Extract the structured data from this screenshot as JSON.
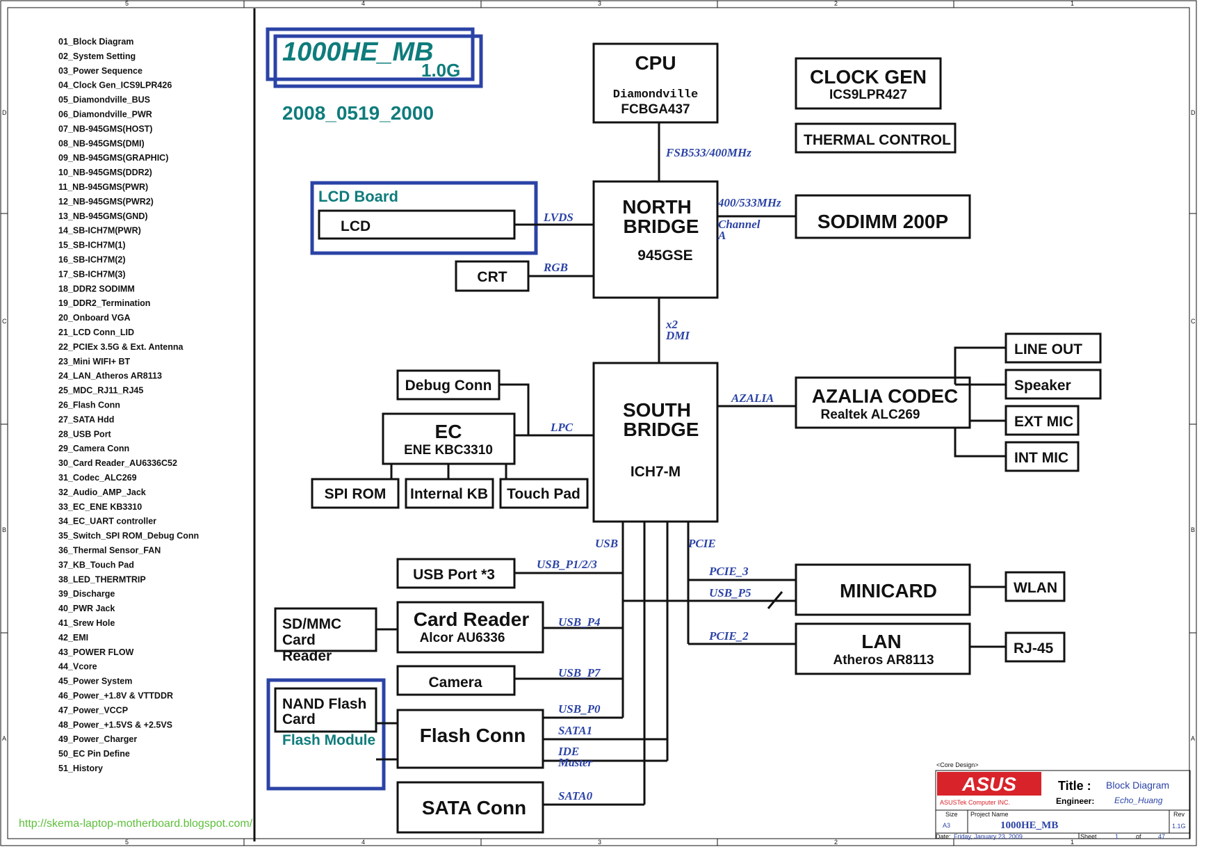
{
  "index": [
    "01_Block Diagram",
    "02_System Setting",
    "03_Power Sequence",
    "04_Clock Gen_ICS9LPR426",
    "05_Diamondville_BUS",
    "06_Diamondville_PWR",
    "07_NB-945GMS(HOST)",
    "08_NB-945GMS(DMI)",
    "09_NB-945GMS(GRAPHIC)",
    "10_NB-945GMS(DDR2)",
    "11_NB-945GMS(PWR)",
    "12_NB-945GMS(PWR2)",
    "13_NB-945GMS(GND)",
    "14_SB-ICH7M(PWR)",
    "15_SB-ICH7M(1)",
    "16_SB-ICH7M(2)",
    "17_SB-ICH7M(3)",
    "18_DDR2 SODIMM",
    "19_DDR2_Termination",
    "20_Onboard VGA",
    "21_LCD Conn_LID",
    "22_PCIEx 3.5G & Ext. Antenna",
    "23_Mini WIFI+ BT",
    "24_LAN_Atheros AR8113",
    "25_MDC_RJ11_RJ45",
    "26_Flash Conn",
    "27_SATA Hdd",
    "28_USB Port",
    "29_Camera Conn",
    "30_Card Reader_AU6336C52",
    "31_Codec_ALC269",
    "32_Audio_AMP_Jack",
    "33_EC_ENE KB3310",
    "34_EC_UART controller",
    "35_Switch_SPI ROM_Debug Conn",
    "36_Thermal Sensor_FAN",
    "37_KB_Touch Pad",
    "38_LED_THERMTRIP",
    "39_Discharge",
    "40_PWR Jack",
    "41_Srew Hole",
    "42_EMI",
    "43_POWER FLOW",
    "44_Vcore",
    "45_Power System",
    "46_Power_+1.8V & VTTDDR",
    "47_Power_VCCP",
    "48_Power_+1.5VS & +2.5VS",
    "49_Power_Charger",
    "50_EC Pin Define",
    "51_History"
  ],
  "header": {
    "model": "1000HE_MB",
    "version": "1.0G",
    "date": "2008_0519_2000"
  },
  "url": "http://skema-laptop-motherboard.blogspot.com/",
  "blocks": {
    "cpu": {
      "name": "CPU",
      "sub1": "Diamondville",
      "sub2": "FCBGA437"
    },
    "clock": {
      "name": "CLOCK GEN",
      "sub": "ICS9LPR427"
    },
    "thermal": "THERMAL CONTROL",
    "nb": {
      "l1": "NORTH",
      "l2": "BRIDGE",
      "sub": "945GSE"
    },
    "sodimm": "SODIMM 200P",
    "lcd_board": "LCD Board",
    "lcd": "LCD",
    "crt": "CRT",
    "sb": {
      "l1": "SOUTH",
      "l2": "BRIDGE",
      "sub": "ICH7-M"
    },
    "debug": "Debug Conn",
    "ec": {
      "name": "EC",
      "sub": "ENE KBC3310"
    },
    "spirom": "SPI ROM",
    "kb": "Internal KB",
    "touch": "Touch Pad",
    "azalia": {
      "name": "AZALIA CODEC",
      "sub": "Realtek ALC269"
    },
    "lineout": "LINE OUT",
    "speaker": "Speaker",
    "extmic": "EXT MIC",
    "intmic": "INT MIC",
    "usbport": "USB Port *3",
    "sdmmc": {
      "l1": "SD/MMC",
      "l2": "Card",
      "l3": "Reader"
    },
    "cardreader": {
      "name": "Card Reader",
      "sub": "Alcor AU6336"
    },
    "camera": "Camera",
    "nand": {
      "l1": "NAND Flash",
      "l2": "Card"
    },
    "flashmodule": "Flash Module",
    "flashconn": "Flash Conn",
    "sataconn": "SATA Conn",
    "minicard": "MINICARD",
    "wlan": "WLAN",
    "lan": {
      "name": "LAN",
      "sub": "Atheros AR8113"
    },
    "rj45": "RJ-45"
  },
  "buses": {
    "fsb": "FSB533/400MHz",
    "mem1": "400/533MHz",
    "mem2": "Channel",
    "mem3": "A",
    "lvds": "LVDS",
    "rgb": "RGB",
    "dmi1": "x2",
    "dmi2": "DMI",
    "lpc": "LPC",
    "azalia": "AZALIA",
    "usb": "USB",
    "pcie": "PCIE",
    "usb_p123": "USB_P1/2/3",
    "pcie3": "PCIE_3",
    "usb_p5": "USB_P5",
    "pcie2": "PCIE_2",
    "usb_p4": "USB_P4",
    "usb_p7": "USB_P7",
    "usb_p0": "USB_P0",
    "sata1": "SATA1",
    "ide1": "IDE",
    "ide2": "Master",
    "sata0": "SATA0"
  },
  "title_block": {
    "core": "<Core Design>",
    "logo": "ASUS",
    "company": "ASUSTek Computer INC.",
    "title_label": "Title :",
    "title": "Block Diagram",
    "engineer_label": "Engineer:",
    "engineer": "Echo_Huang",
    "size_label": "Size",
    "size": "A3",
    "project_label": "Project Name",
    "project": "1000HE_MB",
    "rev_label": "Rev",
    "rev": "1.1G",
    "date_label": "Date:",
    "date": "Friday, January 23, 2009",
    "sheet_label": "Sheet",
    "sheet": "1",
    "of_label": "of",
    "of": "47"
  },
  "border": {
    "cols": [
      "5",
      "4",
      "3",
      "2",
      "1"
    ],
    "rows": [
      "D",
      "C",
      "B",
      "A"
    ]
  }
}
